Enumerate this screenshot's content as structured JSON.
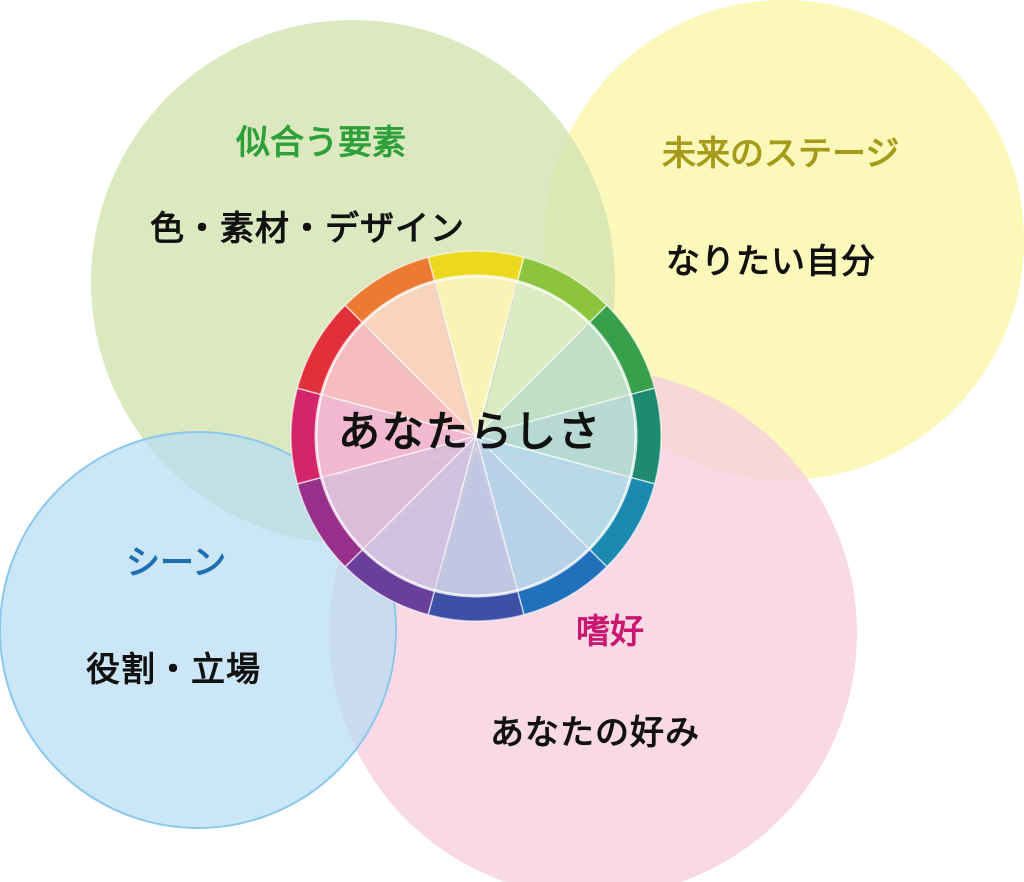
{
  "colors": {
    "green_circle": "#d4e4b2",
    "yellow_circle": "#fcf7b4",
    "pink_circle": "#f6d0de",
    "blue_circle": "#b7dcf3",
    "blue_circle_stroke": "#8cc7ec",
    "green_title": "#2ea03a",
    "yellow_title": "#a59a1a",
    "blue_title": "#1f6fb0",
    "pink_title": "#c81870",
    "text": "#111111"
  },
  "wheel_colors": [
    "#ecd81e",
    "#8cc43c",
    "#3a9f4a",
    "#1e8a70",
    "#1b8ab0",
    "#2070bc",
    "#3e4fa6",
    "#6a3f9c",
    "#96308a",
    "#d4256a",
    "#e2303a",
    "#ec7a32"
  ],
  "center": {
    "label": "あなたらしさ"
  },
  "circles": {
    "green": {
      "title": "似合う要素",
      "text": "色・素材・デザイン"
    },
    "yellow": {
      "title": "未来のステージ",
      "text": "なりたい自分"
    },
    "blue": {
      "title": "シーン",
      "text": "役割・立場"
    },
    "pink": {
      "title": "嗜好",
      "text": "あなたの好み"
    }
  }
}
